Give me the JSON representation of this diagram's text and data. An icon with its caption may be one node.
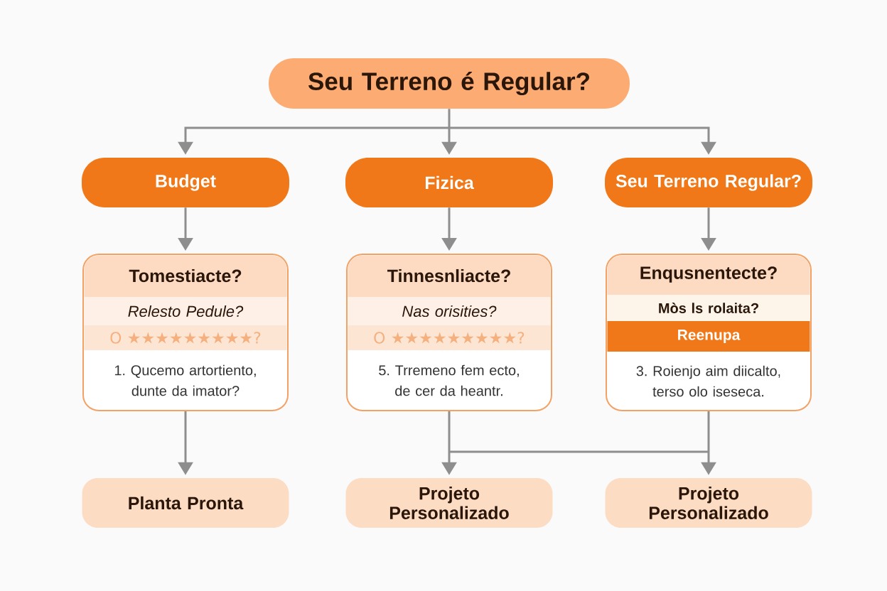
{
  "diagram": {
    "nodes": [
      {
        "text": [
          "Seu Terreno é Regular?"
        ]
      },
      {
        "text": [
          "Budget"
        ]
      },
      {
        "text": [
          "Fizica"
        ]
      },
      {
        "text": [
          "Seu Terreno Regular?"
        ]
      },
      {
        "text": [
          "Tomestiacte?",
          "Relesto Pedule?",
          "O ★★★★★★★★★?",
          "1. Qucemo artortiento, dunte da imator?"
        ]
      },
      {
        "text": [
          "Tinnesnliacte?",
          "Nas orisities?",
          "O ★★★★★★★★★?",
          "5. Trremeno fem ecto, de cer da heantr."
        ]
      },
      {
        "text": [
          "Enqusnentecte?",
          "Mòs ls rolaita?",
          "Reenupa",
          "3. Roienjo aim diicalto, terso olo iseseca."
        ]
      },
      {
        "text": [
          "Planta Pronta"
        ]
      },
      {
        "text": [
          "Projeto Personalizado"
        ]
      },
      {
        "text": [
          "Projeto Personalizado"
        ]
      }
    ],
    "edges": [
      {
        "from": 0,
        "to": 1,
        "arrow": "to"
      },
      {
        "from": 0,
        "to": 2,
        "arrow": "to"
      },
      {
        "from": 0,
        "to": 3,
        "arrow": "to"
      },
      {
        "from": 1,
        "to": 4,
        "arrow": "to"
      },
      {
        "from": 2,
        "to": 5,
        "arrow": "to"
      },
      {
        "from": 3,
        "to": 6,
        "arrow": "to"
      },
      {
        "from": 4,
        "to": 7,
        "arrow": "to"
      },
      {
        "from": 5,
        "to": 8,
        "arrow": "to"
      },
      {
        "from": 5,
        "to": 9,
        "arrow": "to"
      },
      {
        "from": 6,
        "to": 8,
        "arrow": "to"
      },
      {
        "from": 6,
        "to": 9,
        "arrow": "to"
      }
    ]
  }
}
